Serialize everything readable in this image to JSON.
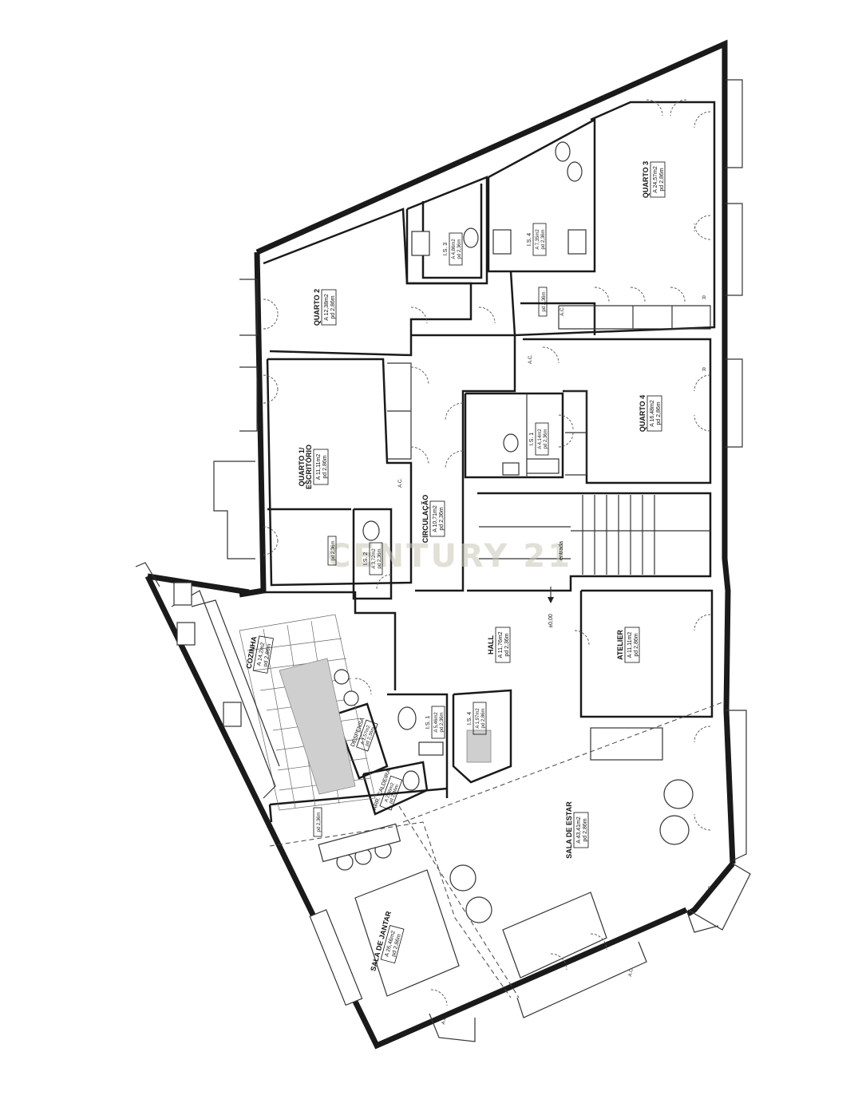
{
  "watermark": "CENTURY 21",
  "entrance": {
    "label": "entrada",
    "level": "±0,00"
  },
  "rooms": [
    {
      "id": "quarto-3",
      "name": "QUARTO 3",
      "area": "A 24,57m2",
      "height": "pd 2,86m"
    },
    {
      "id": "quarto-2",
      "name": "QUARTO 2",
      "area": "A 12,38m2",
      "height": "pd 2,86m"
    },
    {
      "id": "is-3",
      "name": "I.S. 3",
      "area": "A 4,86m2",
      "height": "pd 2,36m"
    },
    {
      "id": "is-4",
      "name": "I.S. 4",
      "area": "A 7,35m2",
      "height": "pd 2,36m"
    },
    {
      "id": "quarto-4",
      "name": "QUARTO 4",
      "area": "A 16,48m2",
      "height": "pd 2,86m"
    },
    {
      "id": "is-1-upper",
      "name": "I.S. 1",
      "area": "A 4,14m2",
      "height": "pd 2,36m"
    },
    {
      "id": "quarto-1",
      "name": "QUARTO 1/",
      "name2": "ESCRITÓRIO",
      "area": "A 11,11m2",
      "height": "pd 2,86m"
    },
    {
      "id": "circulacao",
      "name": "CIRCULAÇÃO",
      "area": "A 10,71m2",
      "height": "pd 2,36m"
    },
    {
      "id": "is-2",
      "name": "I.S. 2",
      "area": "A 3,72m2",
      "height": "pd 2,36m"
    },
    {
      "id": "hall",
      "name": "HALL",
      "area": "A 11,76m2",
      "height": "pd 2,36m"
    },
    {
      "id": "atelier",
      "name": "ATELIER",
      "area": "A 11,11m2",
      "height": "pd 2,86m"
    },
    {
      "id": "cozinha",
      "name": "COZINHA",
      "area": "A 14,2m2",
      "height": "pd 2,86m"
    },
    {
      "id": "despensa",
      "name": "DESPENSA",
      "area": "A 1,57m2",
      "height": "pd 2,36m"
    },
    {
      "id": "is-1-lower",
      "name": "I.S. 1",
      "area": "A 5,46m2",
      "height": "pd 2,36m"
    },
    {
      "id": "is-4-lower",
      "name": "I.S. 4",
      "area": "A 1,97m2",
      "height": "pd 2,86m"
    },
    {
      "id": "arr-caldeira",
      "name": "ARR. CALDEIRA",
      "area": "A 2,36m2",
      "height": "pd 2,36m"
    },
    {
      "id": "sala-estar",
      "name": "SALA DE ESTAR",
      "area": "A 43,41m2",
      "height": "pd 2,86m"
    },
    {
      "id": "sala-jantar",
      "name": "SALA DE JANTAR",
      "area": "A 26,46m2",
      "height": "pd 2,86m"
    }
  ],
  "ceiling_labels": {
    "corridor_q2": "pd 2,36m",
    "q1_lower": "pd 2,36m",
    "cozinha_lower": "pd 2,36m"
  },
  "marks": {
    "ac": "A.C.",
    "r": "R"
  }
}
